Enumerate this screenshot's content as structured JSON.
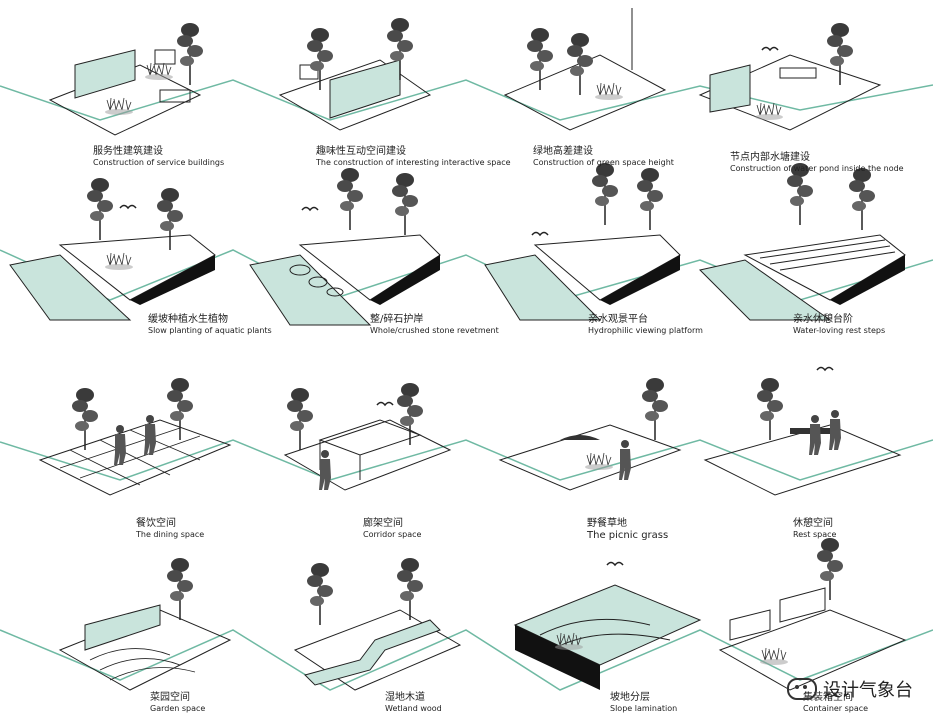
{
  "panels": [
    {
      "zh": "服务性建筑建设",
      "en": "Construction of service buildings"
    },
    {
      "zh": "趣味性互动空间建设",
      "en": "The construction of interesting interactive space"
    },
    {
      "zh": "绿地高差建设",
      "en": "Construction of green space height"
    },
    {
      "zh": "节点内部水塘建设",
      "en": "Construction of water pond inside the node"
    },
    {
      "zh": "缓坡种植水生植物",
      "en": "Slow planting of aquatic plants"
    },
    {
      "zh": "整/碎石护岸",
      "en": "Whole/crushed stone revetment"
    },
    {
      "zh": "亲水观景平台",
      "en": "Hydrophilic viewing platform"
    },
    {
      "zh": "亲水休憩台阶",
      "en": "Water-loving rest steps"
    },
    {
      "zh": "餐饮空间",
      "en": "The dining space"
    },
    {
      "zh": "廊架空间",
      "en": "Corridor space"
    },
    {
      "zh": "野餐草地",
      "en": "The picnic grass"
    },
    {
      "zh": "休憩空间",
      "en": "Rest space"
    },
    {
      "zh": "菜园空间",
      "en": "Garden space"
    },
    {
      "zh": "湿地木道",
      "en": "Wetland wood"
    },
    {
      "zh": "坡地分层",
      "en": "Slope lamination"
    },
    {
      "zh": "集装箱空间",
      "en": "Container space"
    }
  ],
  "watermark": "设计气象台",
  "colors": {
    "water": "#c9e4dc",
    "ground_line": "#6fb9a3",
    "ink": "#1a1a1a"
  }
}
